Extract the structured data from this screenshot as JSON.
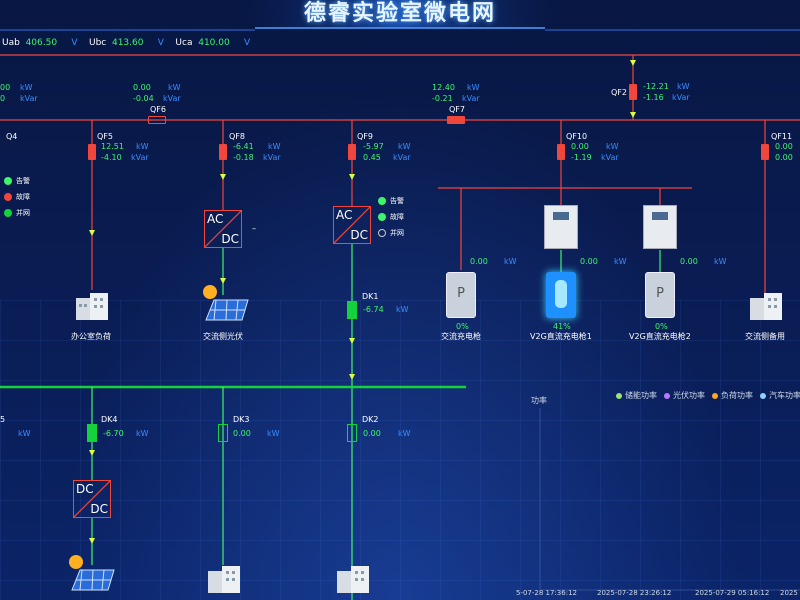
{
  "title": "德睿实验室微电网",
  "voltage": {
    "uab_label": "Uab",
    "uab_value": "406.50",
    "uab_unit": "V",
    "ubc_label": "Ubc",
    "ubc_value": "413.60",
    "ubc_unit": "V",
    "uca_label": "Uca",
    "uca_value": "410.00",
    "uca_unit": "V"
  },
  "units": {
    "kw": "kW",
    "kvar": "kVar"
  },
  "left_edge": {
    "p": "00",
    "q": "0",
    "q4": "Q4",
    "lower": "5"
  },
  "qf6": {
    "name": "QF6",
    "p": "0.00",
    "q": "-0.04"
  },
  "qf7": {
    "name": "QF7",
    "p": "12.40",
    "q": "-0.21"
  },
  "qf2": {
    "name": "QF2",
    "p": "-12.21",
    "q": "-1.16"
  },
  "feeders": {
    "qf5": {
      "name": "QF5",
      "p": "12.51",
      "q": "-4.10"
    },
    "qf8": {
      "name": "QF8",
      "p": "-6.41",
      "q": "-0.18"
    },
    "qf9": {
      "name": "QF9",
      "p": "-5.97",
      "q": "0.45"
    },
    "qf10": {
      "name": "QF10",
      "p": "0.00",
      "q": "-1.19"
    },
    "qf11": {
      "name": "QF11",
      "p": "0.00",
      "q": "0.00"
    }
  },
  "status_left": {
    "alarm": "告警",
    "fault": "故障",
    "grid": "并网"
  },
  "status_right": {
    "alarm": "告警",
    "fault": "故障",
    "grid": "并网"
  },
  "status_colors": {
    "alarm": "#3df56b",
    "fault": "#f0463c",
    "grid": "#14d23c"
  },
  "converters": {
    "ac_dc_1": {
      "top": "AC",
      "bottom": "DC"
    },
    "ac_dc_2": {
      "top": "AC",
      "bottom": "DC"
    },
    "dc_dc": {
      "top": "DC",
      "bottom": "DC"
    }
  },
  "dash_mark": "–",
  "loads": {
    "office": "办公室负荷",
    "ac_pv": "交流侧光伏",
    "ac_charger": "交流充电枪",
    "v2g1": "V2G直流充电枪1",
    "v2g2": "V2G直流充电枪2",
    "ac_spare": "交流侧备用"
  },
  "chargers": {
    "ac": {
      "p": "0.00",
      "pct": "0%",
      "letter": "P"
    },
    "v2g1": {
      "p": "0.00",
      "pct": "41%"
    },
    "v2g2": {
      "p": "0.00",
      "pct": "0%",
      "letter": "P"
    }
  },
  "dk1": {
    "name": "DK1",
    "p": "-6.74"
  },
  "dk2": {
    "name": "DK2",
    "p": "0.00"
  },
  "dk3": {
    "name": "DK3",
    "p": "0.00"
  },
  "dk4": {
    "name": "DK4",
    "p": "-6.70"
  },
  "chart": {
    "ylabel": "功率",
    "legend": [
      {
        "name": "储能功率",
        "color": "#9be27a"
      },
      {
        "name": "光伏功率",
        "color": "#b57bff"
      },
      {
        "name": "负荷功率",
        "color": "#ffa528"
      },
      {
        "name": "汽车功率",
        "color": "#8fd0ff"
      }
    ],
    "x_ticks": [
      "5-07-28 17:36:12",
      "2025-07-28 23:26:12",
      "2025-07-29 05:16:12",
      "2025"
    ]
  }
}
